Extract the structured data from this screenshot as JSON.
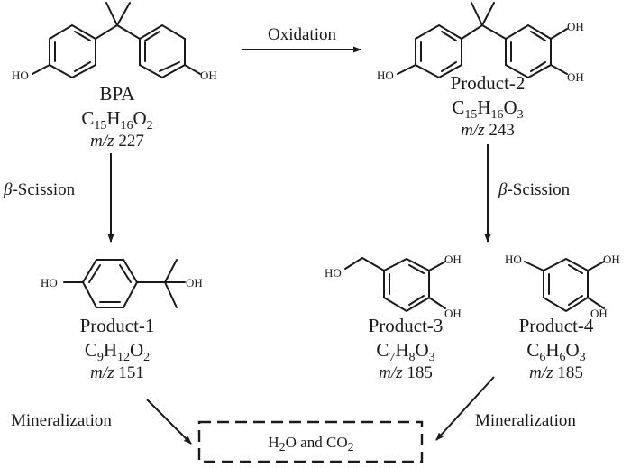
{
  "diagram": {
    "type": "reaction-pathway",
    "steps": {
      "oxidation": "Oxidation",
      "beta_scission_left": "-Scission",
      "beta_scission_right": "-Scission",
      "beta_symbol": "β",
      "mineralization_left": "Mineralization",
      "mineralization_right": "Mineralization"
    },
    "compounds": {
      "bpa": {
        "name": "BPA",
        "formula": [
          [
            "C",
            "15"
          ],
          [
            "H",
            "16"
          ],
          [
            "O",
            "2"
          ]
        ],
        "mz_prefix": "m/z",
        "mz": "227",
        "substituents": [
          "HO",
          "OH"
        ]
      },
      "product2": {
        "name": "Product-2",
        "formula": [
          [
            "C",
            "15"
          ],
          [
            "H",
            "16"
          ],
          [
            "O",
            "3"
          ]
        ],
        "mz_prefix": "m/z",
        "mz": "243",
        "substituents": [
          "HO",
          "OH",
          "OH"
        ]
      },
      "product1": {
        "name": "Product-1",
        "formula": [
          [
            "C",
            "9"
          ],
          [
            "H",
            "12"
          ],
          [
            "O",
            "2"
          ]
        ],
        "mz_prefix": "m/z",
        "mz": "151",
        "substituents": [
          "HO",
          "OH"
        ]
      },
      "product3": {
        "name": "Product-3",
        "formula": [
          [
            "C",
            "7"
          ],
          [
            "H",
            "8"
          ],
          [
            "O",
            "3"
          ]
        ],
        "mz_prefix": "m/z",
        "mz": "185",
        "substituents": [
          "HO",
          "OH",
          "OH"
        ]
      },
      "product4": {
        "name": "Product-4",
        "formula": [
          [
            "C",
            "6"
          ],
          [
            "H",
            "6"
          ],
          [
            "O",
            "3"
          ]
        ],
        "mz_prefix": "m/z",
        "mz": "185",
        "substituents": [
          "HO",
          "OH",
          "OH"
        ]
      }
    },
    "final_products": {
      "h": "H",
      "h_sub": "2",
      "o_and": "O and CO",
      "co_sub": "2"
    }
  }
}
